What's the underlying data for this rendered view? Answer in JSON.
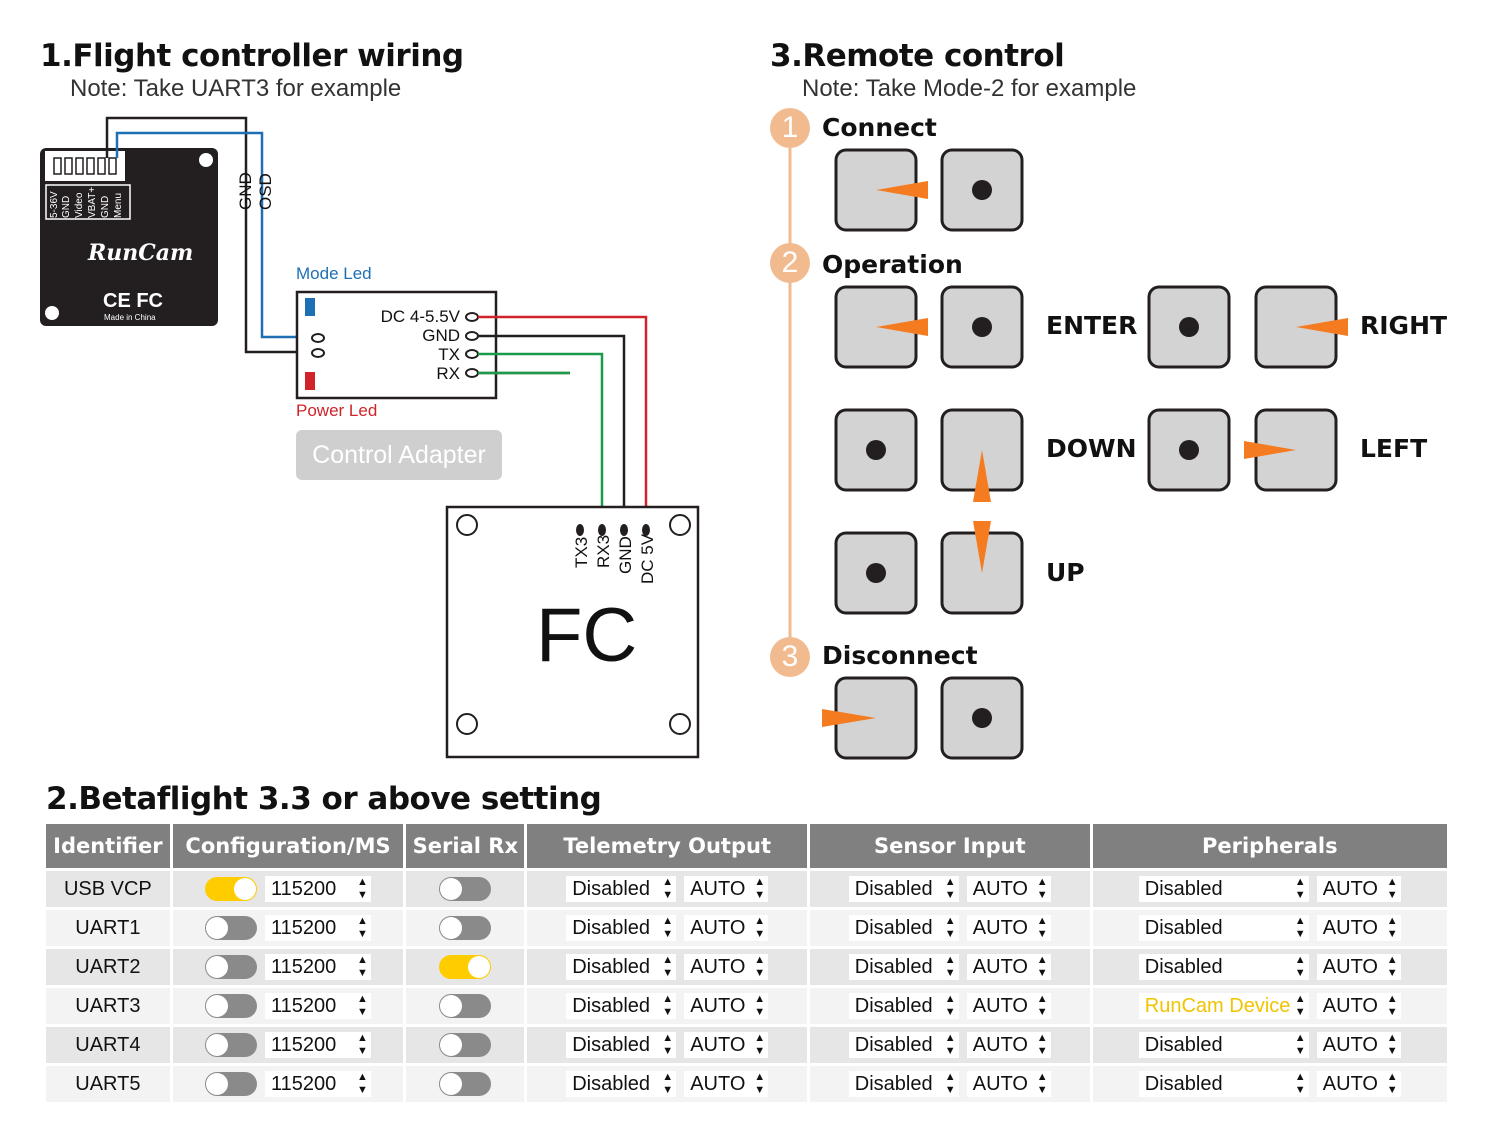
{
  "section1": {
    "title": "1.Flight controller wiring",
    "note": "Note: Take UART3 for example"
  },
  "section2": {
    "title": "2.Betaflight 3.3 or above setting"
  },
  "section3": {
    "title": "3.Remote control",
    "note": "Note: Take Mode-2 for example"
  },
  "camera": {
    "brand": "RunCam",
    "cert": "CE FC",
    "made": "Made in China",
    "pins": [
      "5-36V",
      "GND",
      "Video",
      "VBAT+",
      "GND",
      "Menu"
    ]
  },
  "wire_labels": {
    "gnd": "GND",
    "osd": "OSD"
  },
  "adapter": {
    "mode_led": "Mode Led",
    "power_led": "Power Led",
    "pins": [
      "DC 4-5.5V",
      "GND",
      "TX",
      "RX"
    ],
    "button": "Control Adapter"
  },
  "fc": {
    "label": "FC",
    "pins": [
      "TX3",
      "RX3",
      "GND",
      "DC 5V"
    ]
  },
  "steps": [
    {
      "num": "1",
      "name": "Connect"
    },
    {
      "num": "2",
      "name": "Operation"
    },
    {
      "num": "3",
      "name": "Disconnect"
    }
  ],
  "directions": {
    "enter": "ENTER",
    "right": "RIGHT",
    "down": "DOWN",
    "left": "LEFT",
    "up": "UP"
  },
  "colors": {
    "orange": "#f47b20",
    "step": "#f2bb8f",
    "red_wire": "#d0232a",
    "green_wire": "#1a9a4a",
    "brown_wire": "#8b5a2b",
    "blue_wire": "#1f6fb5",
    "toggle_on": "#ffcc00",
    "runcam_device": "#f0c400"
  },
  "table": {
    "headers": [
      "Identifier",
      "Configuration/MS",
      "Serial Rx",
      "Telemetry Output",
      "Sensor Input",
      "Peripherals"
    ],
    "rows": [
      {
        "id": "USB VCP",
        "msp_on": true,
        "baud": "115200",
        "serial_rx_on": false,
        "tele": "Disabled",
        "tele_auto": "AUTO",
        "sensor": "Disabled",
        "sensor_auto": "AUTO",
        "periph": "Disabled",
        "periph_auto": "AUTO"
      },
      {
        "id": "UART1",
        "msp_on": false,
        "baud": "115200",
        "serial_rx_on": false,
        "tele": "Disabled",
        "tele_auto": "AUTO",
        "sensor": "Disabled",
        "sensor_auto": "AUTO",
        "periph": "Disabled",
        "periph_auto": "AUTO"
      },
      {
        "id": "UART2",
        "msp_on": false,
        "baud": "115200",
        "serial_rx_on": true,
        "tele": "Disabled",
        "tele_auto": "AUTO",
        "sensor": "Disabled",
        "sensor_auto": "AUTO",
        "periph": "Disabled",
        "periph_auto": "AUTO"
      },
      {
        "id": "UART3",
        "msp_on": false,
        "baud": "115200",
        "serial_rx_on": false,
        "tele": "Disabled",
        "tele_auto": "AUTO",
        "sensor": "Disabled",
        "sensor_auto": "AUTO",
        "periph": "RunCam Device",
        "periph_auto": "AUTO"
      },
      {
        "id": "UART4",
        "msp_on": false,
        "baud": "115200",
        "serial_rx_on": false,
        "tele": "Disabled",
        "tele_auto": "AUTO",
        "sensor": "Disabled",
        "sensor_auto": "AUTO",
        "periph": "Disabled",
        "periph_auto": "AUTO"
      },
      {
        "id": "UART5",
        "msp_on": false,
        "baud": "115200",
        "serial_rx_on": false,
        "tele": "Disabled",
        "tele_auto": "AUTO",
        "sensor": "Disabled",
        "sensor_auto": "AUTO",
        "periph": "Disabled",
        "periph_auto": "AUTO"
      }
    ]
  }
}
